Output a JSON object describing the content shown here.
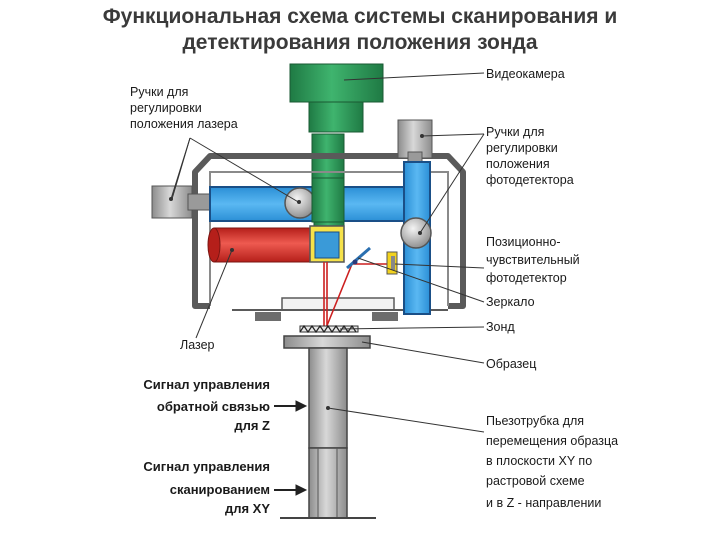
{
  "title": {
    "line1": "Функциональная схема системы сканирования и",
    "line2": "детектирования положения зонда"
  },
  "labels": {
    "videocamera": "Видеокамера",
    "knobs_laser": [
      "Ручки для",
      "регулировки",
      "положения лазера"
    ],
    "knobs_detector": [
      "Ручки для",
      "регулировки",
      "положения",
      "фотодетектора"
    ],
    "psd": [
      "Позиционно-",
      "чувствительный",
      "фотодетектор"
    ],
    "mirror": "Зеркало",
    "probe": "Зонд",
    "laser": "Лазер",
    "sample": "Образец",
    "signal_z": [
      "Сигнал управления",
      "обратной связью",
      "для Z"
    ],
    "signal_xy": [
      "Сигнал управления",
      "сканированием",
      "для XY"
    ],
    "piezo": [
      "Пьезотрубка для",
      "перемещения образца",
      "в плоскости XY по",
      "растровой схеме",
      "и в Z - направлении"
    ]
  },
  "colors": {
    "camera": "#2e9a5a",
    "beam_blue": "#3aa3e6",
    "laser_red": "#d8302a",
    "frame_gray": "#5a5a5a",
    "tube_gray": "#b8b8b8",
    "beam_line": "#cc1f1f",
    "psd_yellow": "#f2d21e"
  }
}
